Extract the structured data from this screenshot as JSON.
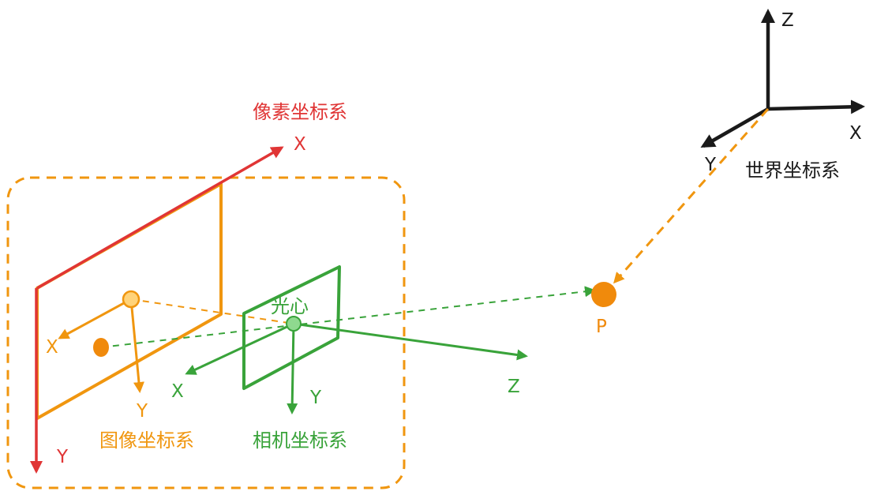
{
  "colors": {
    "pixel": "#e03535",
    "image": "#f0960f",
    "camera": "#39a33a",
    "world": "#1a1a1a",
    "point": "#f08a0c"
  },
  "pixel_system": {
    "title": "像素坐标系",
    "x_label": "X",
    "y_label": "Y"
  },
  "image_system": {
    "title": "图像坐标系",
    "x_label": "X",
    "y_label": "Y"
  },
  "camera_system": {
    "title": "相机坐标系",
    "center_label": "光心",
    "x_label": "X",
    "y_label": "Y",
    "z_label": "Z"
  },
  "world_system": {
    "title": "世界坐标系",
    "x_label": "X",
    "y_label": "Y",
    "z_label": "Z"
  },
  "point": {
    "label": "P"
  }
}
